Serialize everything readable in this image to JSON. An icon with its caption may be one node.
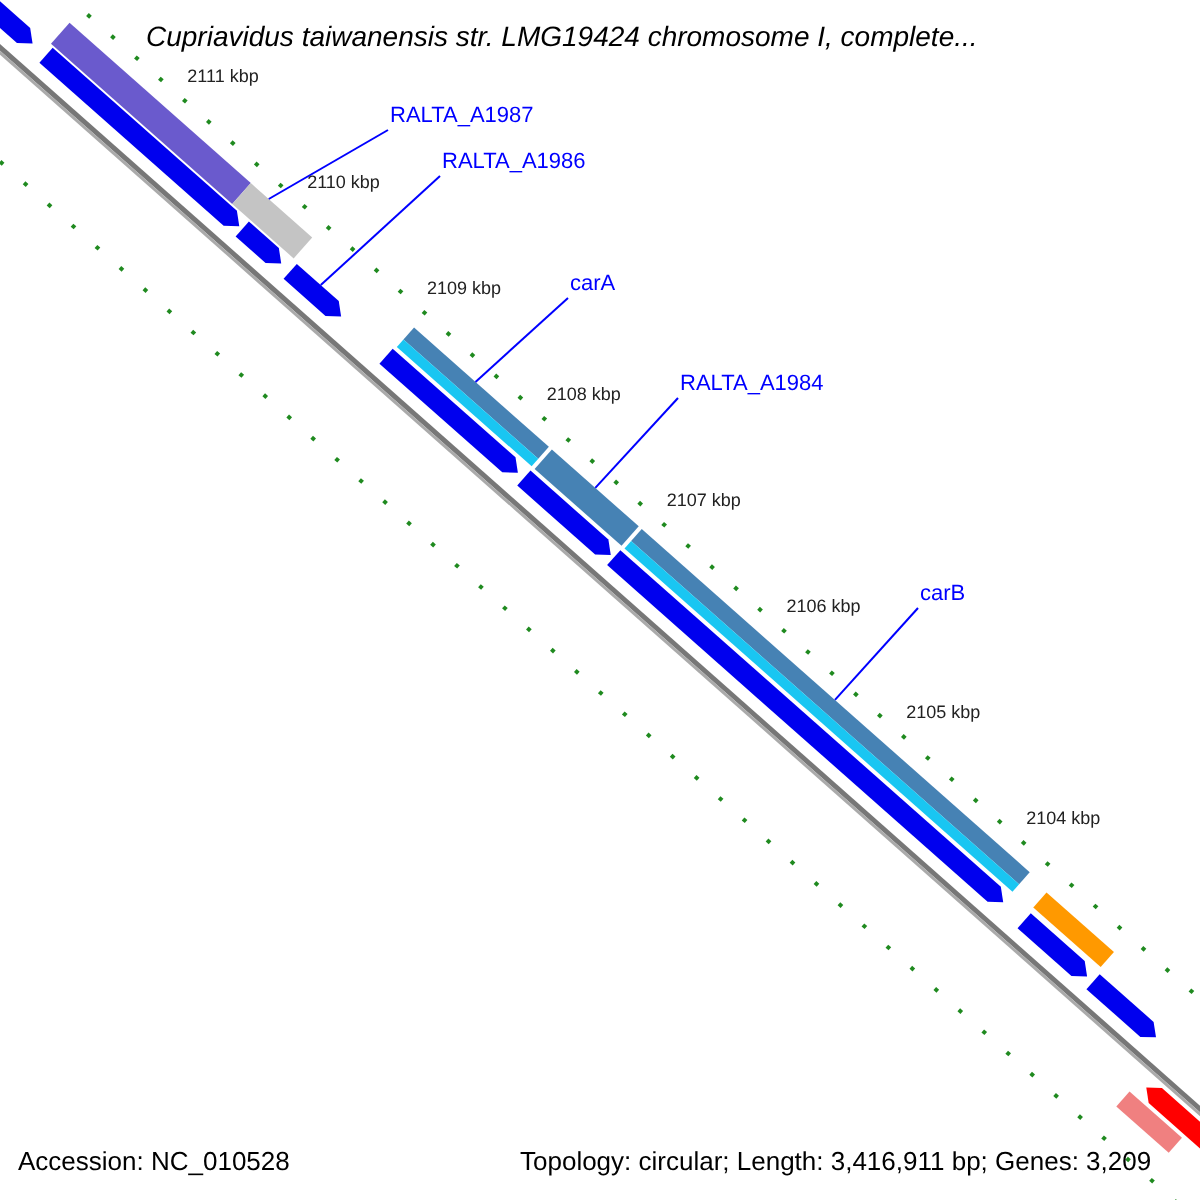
{
  "diagram": {
    "title": "Cupriavidus taiwanensis str. LMG19424 chromosome I, complete...",
    "nodes": [
      {
        "text": [
          "RALTA_A1987"
        ]
      },
      {
        "text": [],
        "shape": "bar"
      },
      {
        "text": [
          "RALTA_A1986"
        ]
      },
      {
        "text": [],
        "shape": "bar"
      },
      {
        "text": [
          "carA"
        ]
      },
      {
        "text": [],
        "shape": "bar"
      },
      {
        "text": [
          "RALTA_A1984"
        ]
      },
      {
        "text": [],
        "shape": "bar"
      },
      {
        "text": [
          "carB"
        ]
      },
      {
        "text": [],
        "shape": "bar"
      }
    ],
    "edges": [
      {
        "from": 0,
        "to": 1,
        "arrow": "none"
      },
      {
        "from": 2,
        "to": 3,
        "arrow": "none"
      },
      {
        "from": 4,
        "to": 5,
        "arrow": "none"
      },
      {
        "from": 6,
        "to": 7,
        "arrow": "none"
      },
      {
        "from": 8,
        "to": 9,
        "arrow": "none"
      }
    ],
    "labels": [
      "2111 kbp",
      "2110 kbp",
      "2109 kbp",
      "2108 kbp",
      "2107 kbp",
      "2106 kbp",
      "2105 kbp",
      "2104 kbp",
      "Accession: NC_010528",
      "Topology: circular; Length: 3,416,911 bp; Genes: 3,209"
    ]
  }
}
